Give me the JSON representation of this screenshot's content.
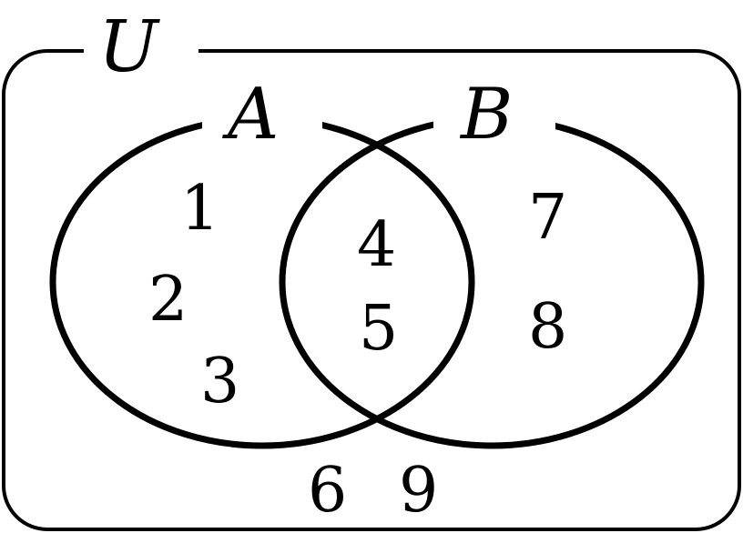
{
  "universe": {
    "label": "U"
  },
  "sets": {
    "a": {
      "label": "A"
    },
    "b": {
      "label": "B"
    }
  },
  "regions": {
    "a_only": [
      "1",
      "2",
      "3"
    ],
    "a_and_b": [
      "4",
      "5"
    ],
    "b_only": [
      "7",
      "8"
    ],
    "outside": [
      "6",
      "9"
    ]
  },
  "colors": {
    "stroke": "#000000",
    "background": "#ffffff"
  }
}
